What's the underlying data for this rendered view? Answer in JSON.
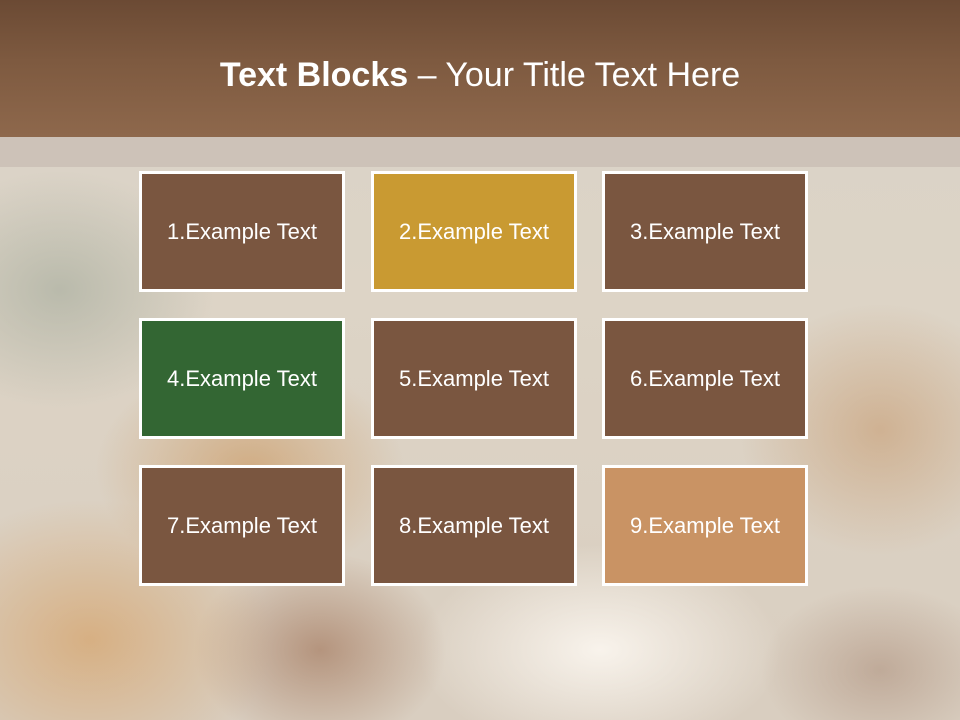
{
  "title": {
    "bold": "Text Blocks",
    "dash": " – ",
    "rest": "Your Title Text Here"
  },
  "blocks": [
    {
      "label": "1.Example Text",
      "color": "#7a5640"
    },
    {
      "label": "2.Example Text",
      "color": "#c99a32"
    },
    {
      "label": "3.Example Text",
      "color": "#7a5640"
    },
    {
      "label": "4.Example Text",
      "color": "#336633"
    },
    {
      "label": "5.Example Text",
      "color": "#7a5640"
    },
    {
      "label": "6.Example Text",
      "color": "#7a5640"
    },
    {
      "label": "7.Example Text",
      "color": "#7a5640"
    },
    {
      "label": "8.Example Text",
      "color": "#7a5640"
    },
    {
      "label": "9.Example Text",
      "color": "#c99364"
    }
  ]
}
